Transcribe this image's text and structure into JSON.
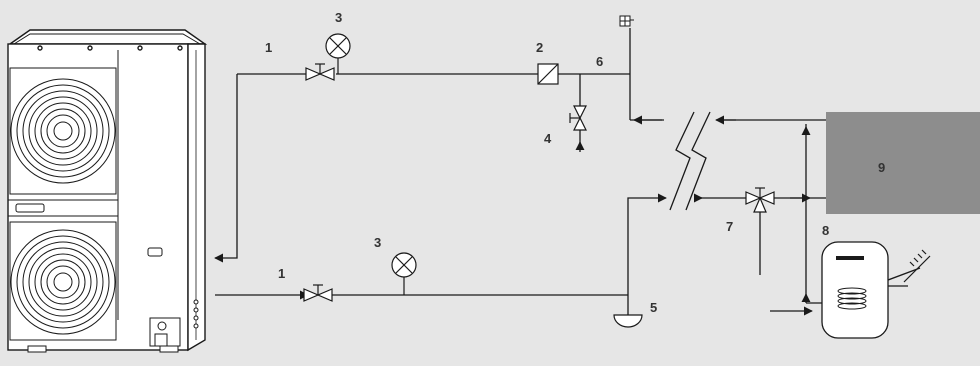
{
  "diagram": {
    "background": "#e6e6e6",
    "line_color": "#1a1a1a",
    "unit_fill": "#ffffff",
    "emitter_fill": "#8d8d8d",
    "labels": {
      "valve_supply": "1",
      "valve_return": "1",
      "gauge_supply": "3",
      "gauge_return": "3",
      "filter": "2",
      "drain_valve": "4",
      "drain_trap": "5",
      "air_vent": "6",
      "three_way_valve": "7",
      "dhw_tank": "8",
      "emitter": "9"
    }
  }
}
